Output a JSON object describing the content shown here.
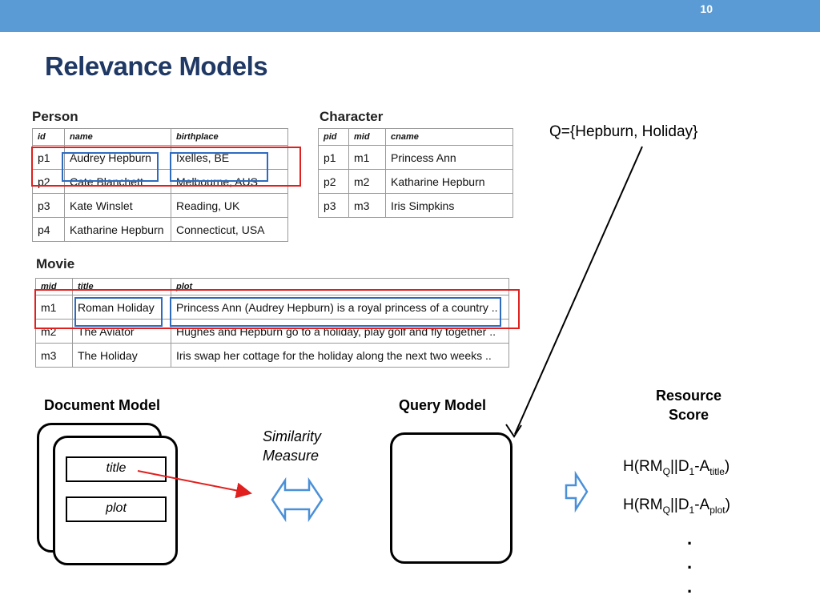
{
  "slide": {
    "number": "10",
    "title": "Relevance Models"
  },
  "person": {
    "caption": "Person",
    "headers": [
      "id",
      "name",
      "birthplace"
    ],
    "rows": [
      [
        "p1",
        "Audrey Hepburn",
        "Ixelles, BE"
      ],
      [
        "p2",
        "Cate Blanchett",
        "Melbourne, AUS"
      ],
      [
        "p3",
        "Kate Winslet",
        "Reading, UK"
      ],
      [
        "p4",
        "Katharine Hepburn",
        "Connecticut, USA"
      ]
    ]
  },
  "character": {
    "caption": "Character",
    "headers": [
      "pid",
      "mid",
      "cname"
    ],
    "rows": [
      [
        "p1",
        "m1",
        "Princess Ann"
      ],
      [
        "p2",
        "m2",
        "Katharine Hepburn"
      ],
      [
        "p3",
        "m3",
        "Iris Simpkins"
      ]
    ]
  },
  "movie": {
    "caption": "Movie",
    "headers": [
      "mid",
      "title",
      "plot"
    ],
    "rows": [
      [
        "m1",
        "Roman Holiday",
        "Princess Ann (Audrey Hepburn) is a royal princess of a country .."
      ],
      [
        "m2",
        "The Aviator",
        "Hughes and Hepburn go to a holiday, play golf and fly together .."
      ],
      [
        "m3",
        "The Holiday",
        "Iris swap her cottage for the holiday along the next two weeks .."
      ]
    ]
  },
  "query": "Q={Hepburn, Holiday}",
  "document_model": {
    "label": "Document Model",
    "fields": [
      "title",
      "plot"
    ]
  },
  "similarity": {
    "line1": "Similarity",
    "line2": "Measure"
  },
  "query_model": {
    "label": "Query Model"
  },
  "resource_score": {
    "line1": "Resource",
    "line2": "Score",
    "formula1": {
      "prefix": "H(RM",
      "q": "Q",
      "mid": "||D",
      "one": "1",
      "a": "-A",
      "sub": "title",
      "close": ")"
    },
    "formula2": {
      "prefix": "H(RM",
      "q": "Q",
      "mid": "||D",
      "one": "1",
      "a": "-A",
      "sub": "plot",
      "close": ")"
    },
    "dots": [
      ".",
      ".",
      "."
    ]
  },
  "colors": {
    "header_bar": "#5b9bd5",
    "title": "#1f3864",
    "highlight_row": "#e0201e",
    "highlight_cell": "#2e6bbf",
    "arrow_blue": "#4a90d9"
  }
}
